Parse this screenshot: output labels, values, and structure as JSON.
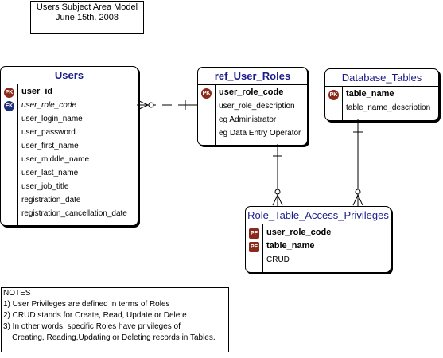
{
  "title_box": {
    "line1": "Users Subject Area Model",
    "line2": "June 15th. 2008"
  },
  "entities": {
    "users": {
      "name": "Users",
      "pk": {
        "badge": "PK",
        "name": "user_id"
      },
      "fk": {
        "badge": "FK",
        "name": "user_role_code"
      },
      "attributes": [
        "user_login_name",
        "user_password",
        "user_first_name",
        "user_middle_name",
        "user_last_name",
        "user_job_title",
        "registration_date",
        "registration_cancellation_date"
      ]
    },
    "ref_user_roles": {
      "name": "ref_User_Roles",
      "pk": {
        "badge": "PK",
        "name": "user_role_code"
      },
      "attributes": [
        "user_role_description",
        "eg Administrator",
        "eg Data Entry Operator"
      ]
    },
    "database_tables": {
      "name": "Database_Tables",
      "pk": {
        "badge": "PK",
        "name": "table_name"
      },
      "attributes": [
        "table_name_description"
      ]
    },
    "role_table_access": {
      "name": "Role_Table_Access_Privileges",
      "keys": [
        {
          "badge": "PF",
          "name": "user_role_code"
        },
        {
          "badge": "PF",
          "name": "table_name"
        }
      ],
      "attributes": [
        "CRUD"
      ]
    }
  },
  "notes": {
    "title": "NOTES",
    "lines": [
      "1) User Privileges are defined in terms of Roles",
      "2) CRUD stands for Create, Read, Update or Delete.",
      "3) In other words, specific Roles have privileges of",
      "    Creating, Reading,Updating or Deleting records in Tables."
    ]
  },
  "colors": {
    "entity_title": "#1a1a8c",
    "pk_badge": "#8b2a1a",
    "fk_badge": "#1f2f7a"
  }
}
